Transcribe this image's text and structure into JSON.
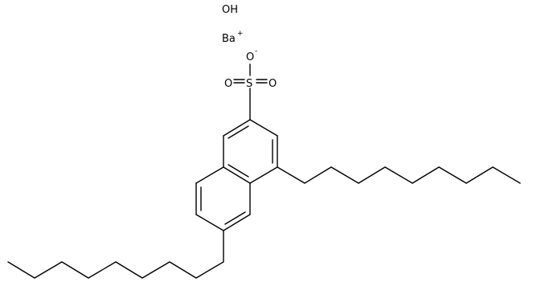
{
  "molecule": {
    "labels": {
      "hydroxide": "OH",
      "barium": "Ba",
      "barium_charge": "+",
      "sulfur": "S",
      "oxygen_top": "O",
      "oxygen_top_charge": "-",
      "oxygen_left": "O",
      "oxygen_right": "O"
    }
  },
  "colors": {
    "bond": "#000000",
    "text": "#000000",
    "background": "#ffffff"
  }
}
